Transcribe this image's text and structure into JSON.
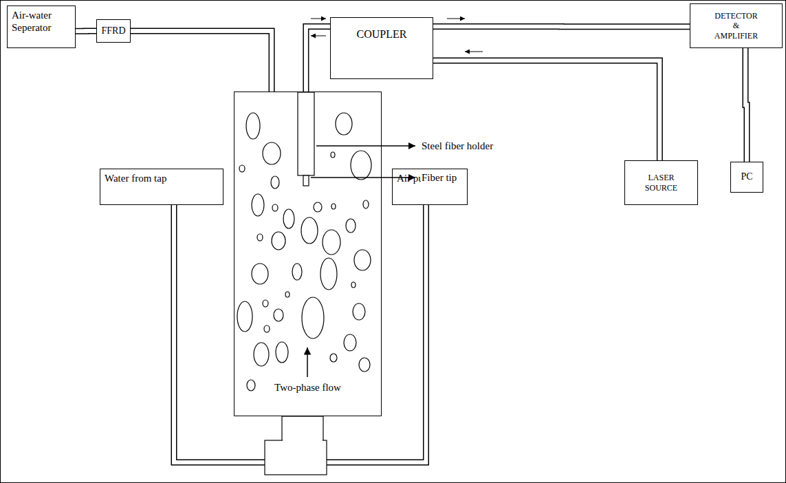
{
  "diagram": {
    "nodes": [
      {
        "text": [
          "Air-water Seperator"
        ]
      },
      {
        "text": [
          "FFRD"
        ]
      },
      {
        "text": [
          "COUPLER"
        ]
      },
      {
        "text": [
          "DETECTOR & AMPLIFIER"
        ]
      },
      {
        "text": [
          "Two-phase flow"
        ]
      },
      {
        "text": [
          "LASER SOURCE"
        ]
      },
      {
        "text": [
          "PC"
        ]
      },
      {
        "text": [
          "Water from tap"
        ]
      },
      {
        "text": [
          "Air pump"
        ]
      }
    ],
    "edges": [
      {
        "from": 0,
        "to": 1,
        "arrow": "none"
      },
      {
        "from": 1,
        "to": 4,
        "arrow": "none"
      },
      {
        "from": 4,
        "to": 2,
        "arrow": "none"
      },
      {
        "from": 2,
        "to": 3,
        "arrow": "none"
      },
      {
        "from": 5,
        "to": 2,
        "arrow": "none"
      },
      {
        "from": 3,
        "to": 6,
        "arrow": "none"
      },
      {
        "from": 7,
        "to": 4,
        "arrow": "none"
      },
      {
        "from": 8,
        "to": 4,
        "arrow": "none"
      }
    ],
    "labels": [
      "Steel fiber holder",
      "Fiber tip"
    ]
  }
}
